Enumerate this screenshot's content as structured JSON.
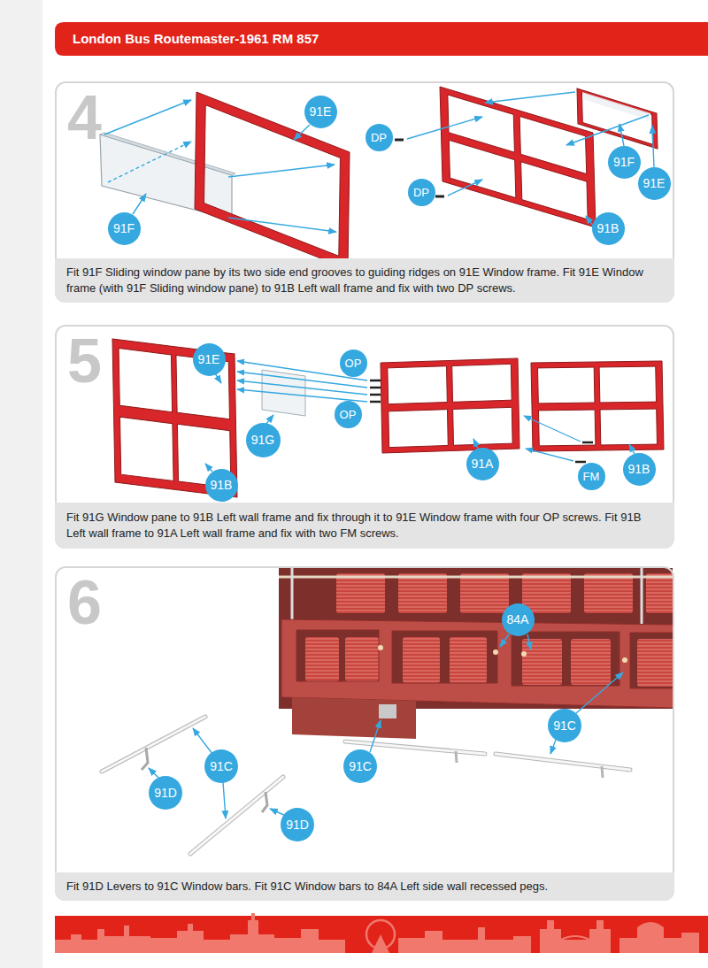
{
  "diagram": {
    "title": "London Bus Routemaster-1961 RM 857",
    "nodes": [
      {
        "text": [
          "4"
        ]
      },
      {
        "text": [
          "Fit 91F Sliding window pane by its two side end grooves to guiding ridges on 91E Window frame. Fit 91E Window frame (with 91F Sliding window pane) to 91B Left wall frame and fix with two DP screws."
        ],
        "in": 0
      },
      {
        "text": [
          "91E"
        ],
        "in": 0
      },
      {
        "text": [
          "91F"
        ],
        "in": 0
      },
      {
        "text": [
          "DP"
        ],
        "in": 0
      },
      {
        "text": [
          "DP"
        ],
        "in": 0
      },
      {
        "text": [
          "91F"
        ],
        "in": 0
      },
      {
        "text": [
          "91E"
        ],
        "in": 0
      },
      {
        "text": [
          "91B"
        ],
        "in": 0
      },
      {
        "text": [
          "5"
        ]
      },
      {
        "text": [
          "Fit 91G Window pane to 91B Left wall frame and fix through it to 91E Window frame with four OP screws. Fit 91B Left wall frame to 91A Left wall frame and fix with two FM screws."
        ],
        "in": 9
      },
      {
        "text": [
          "91E"
        ],
        "in": 9
      },
      {
        "text": [
          "OP"
        ],
        "in": 9
      },
      {
        "text": [
          "OP"
        ],
        "in": 9
      },
      {
        "text": [
          "91G"
        ],
        "in": 9
      },
      {
        "text": [
          "91B"
        ],
        "in": 9
      },
      {
        "text": [
          "91A"
        ],
        "in": 9
      },
      {
        "text": [
          "FM"
        ],
        "in": 9
      },
      {
        "text": [
          "91B"
        ],
        "in": 9
      },
      {
        "text": [
          "6"
        ]
      },
      {
        "text": [
          "Fit 91D Levers to 91C Window bars. Fit 91C Window bars to 84A Left side wall recessed pegs."
        ],
        "in": 19
      },
      {
        "text": [
          "84A"
        ],
        "in": 19
      },
      {
        "text": [
          "91C"
        ],
        "in": 19
      },
      {
        "text": [
          "91C"
        ],
        "in": 19
      },
      {
        "text": [
          "91C"
        ],
        "in": 19
      },
      {
        "text": [
          "91D"
        ],
        "in": 19
      },
      {
        "text": [
          "91D"
        ],
        "in": 19
      }
    ]
  }
}
